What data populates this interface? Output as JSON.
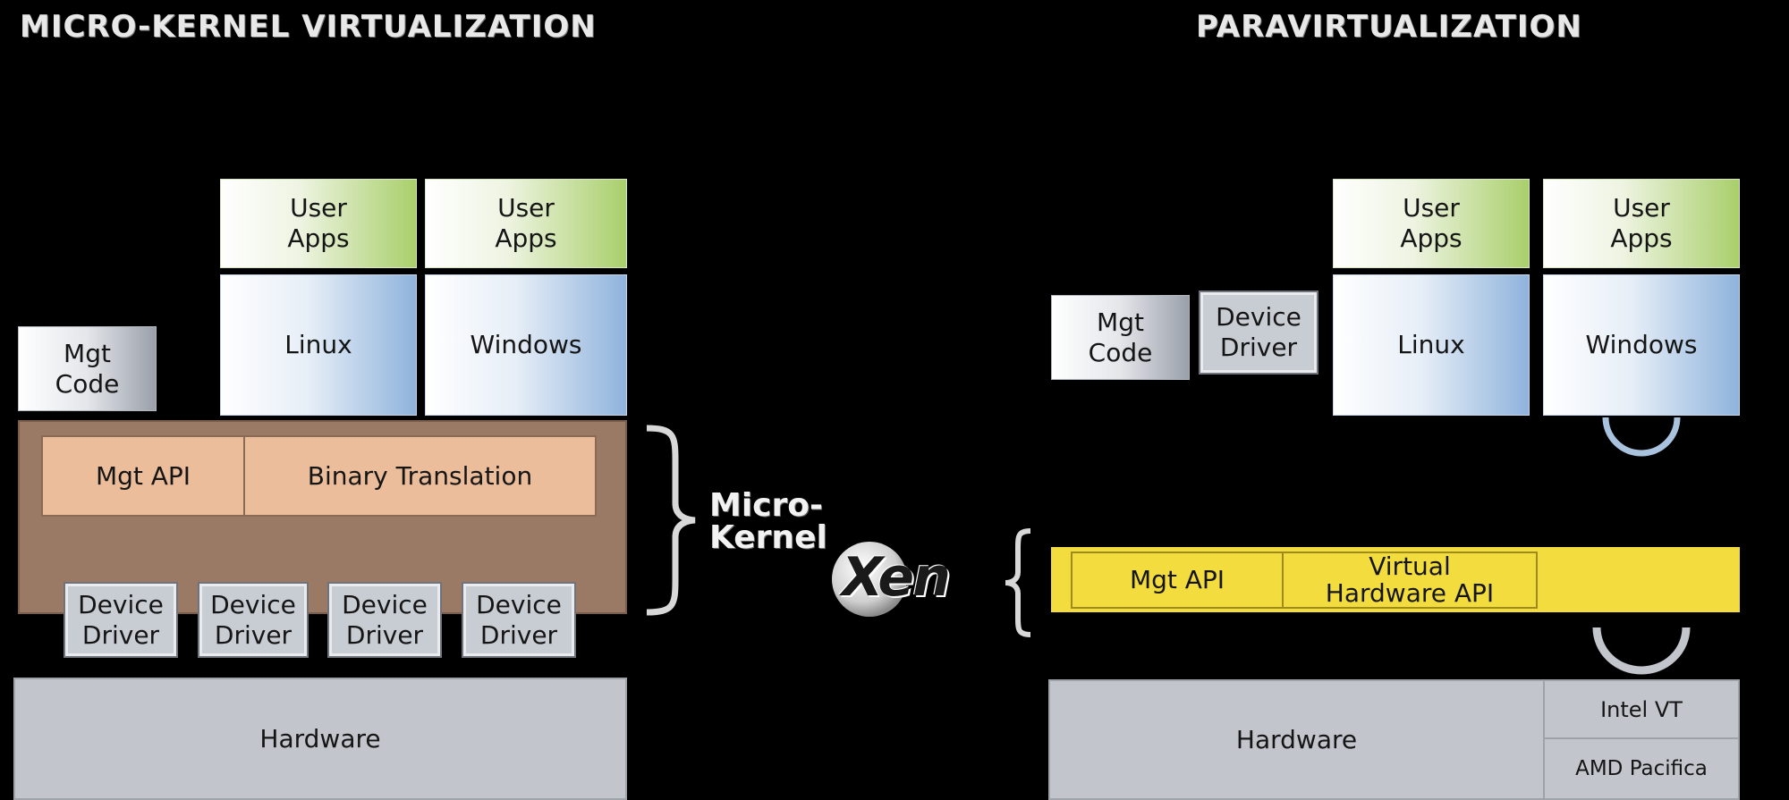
{
  "left": {
    "title": "MICRO-KERNEL VIRTUALIZATION",
    "user_apps_1": "User\nApps",
    "user_apps_2": "User\nApps",
    "mgt_code": "Mgt\nCode",
    "linux": "Linux",
    "windows": "Windows",
    "mgt_api": "Mgt API",
    "binary_translation": "Binary Translation",
    "device_drivers": [
      "Device\nDriver",
      "Device\nDriver",
      "Device\nDriver",
      "Device\nDriver"
    ],
    "hardware": "Hardware",
    "microkernel_label": "Micro-\nKernel"
  },
  "center": {
    "logo_text": "Xen"
  },
  "right": {
    "title": "PARAVIRTUALIZATION",
    "mgt_code": "Mgt\nCode",
    "device_driver": "Device\nDriver",
    "user_apps_1": "User\nApps",
    "user_apps_2": "User\nApps",
    "linux": "Linux",
    "windows": "Windows",
    "mgt_api": "Mgt API",
    "virtual_hardware_api": "Virtual\nHardware API",
    "hardware": "Hardware",
    "intel_vt": "Intel VT",
    "amd_pacifica": "AMD Pacifica"
  },
  "colors": {
    "background": "#000000",
    "user_apps": "#a9cf6b",
    "os_box": "#8fb3dc",
    "microkernel_panel": "#9b7a65",
    "microkernel_cells": "#ebbd9b",
    "hypervisor": "#f3dc3e",
    "hardware": "#c2c5cb"
  }
}
